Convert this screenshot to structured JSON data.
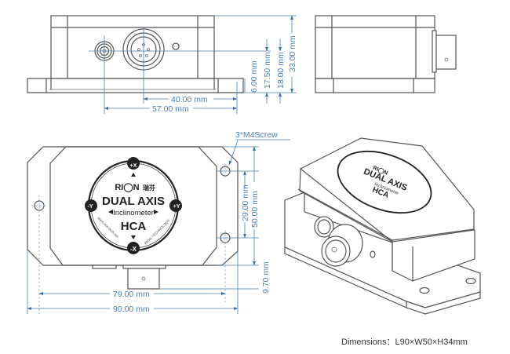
{
  "title": "RION HCA Dual Axis Inclinometer – Dimension Drawing",
  "front_view": {
    "dimensions": {
      "height_total": "33.00 mm",
      "connector_height_b": "18.00 mm",
      "connector_height_a": "17.50 mm",
      "base_thickness": "6.00 mm",
      "connector_offset_a": "40.00 mm",
      "connector_offset_b": "57.00 mm"
    }
  },
  "top_view": {
    "screw_label": "3*M4Screw",
    "dimensions": {
      "hole_spacing_vertical": "29.00 mm",
      "width": "50.00 mm",
      "connector_protrusion": "9.70 mm",
      "hole_spacing_horizontal": "79.00 mm",
      "length": "90.00 mm"
    },
    "badge": {
      "brand": "RI◯N",
      "brand_cn": "瑞芬",
      "line1": "DUAL AXIS",
      "line2": "Inclinometer",
      "model": "HCA",
      "axis_top": "+X",
      "axis_bottom": "-X",
      "axis_left": "-Y",
      "axis_right": "+Y",
      "url": "www.rion-tech.net",
      "company": "RION TECHNOLOGY"
    }
  },
  "caption": "Dimensions：L90×W50×H34mm",
  "colors": {
    "dimension": "#4a7fb5",
    "outline": "#555555"
  }
}
